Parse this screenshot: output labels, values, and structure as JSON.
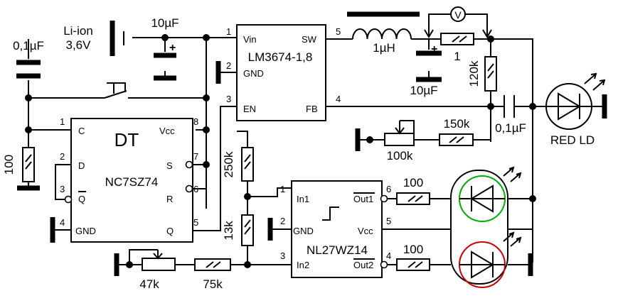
{
  "battery": {
    "label1": "Li-ion",
    "label2": "3,6V"
  },
  "caps": {
    "c_in": "10µF",
    "c_out": "10µF",
    "c_filter": "0,1µF",
    "c_couple": "0,1µF"
  },
  "inductor": {
    "value": "1µH"
  },
  "meter": {
    "symbol": "V"
  },
  "resistors": {
    "r_sense": "1",
    "r_120k": "120k",
    "r_150k": "150k",
    "r_100k_pot": "100k",
    "r_100_left": "100",
    "r_250k": "250k",
    "r_13k": "13k",
    "r_100_top": "100",
    "r_100_bot": "100",
    "r_47k": "47k",
    "r_75k": "75k"
  },
  "regulator": {
    "part": "LM3674-1,8",
    "pins": {
      "vin": "Vin",
      "sw": "SW",
      "gnd": "GND",
      "en": "EN",
      "fb": "FB"
    },
    "nums": {
      "vin": "1",
      "sw": "5",
      "gnd": "2",
      "en": "3",
      "fb": "4"
    }
  },
  "flipflop": {
    "title": "DT",
    "part": "NC7SZ74",
    "pins": {
      "c": "C",
      "d": "D",
      "q_bar": "Q",
      "gnd": "GND",
      "vcc": "Vcc",
      "s": "S",
      "r": "R",
      "q": "Q"
    },
    "nums": {
      "c": "1",
      "d": "2",
      "q_bar": "3",
      "gnd": "4",
      "vcc": "8",
      "s": "7",
      "r": "6",
      "q": "5"
    }
  },
  "inverter": {
    "part": "NL27WZ14",
    "pins": {
      "in1": "In1",
      "gnd": "GND",
      "in2": "In2",
      "out1": "Out1",
      "vcc": "Vcc",
      "out2": "Out2"
    },
    "nums": {
      "in1": "1",
      "gnd": "2",
      "in2": "3",
      "out1": "6",
      "vcc": "5",
      "out2": "4"
    }
  },
  "leds": {
    "red_ld": "RED LD"
  },
  "colors": {
    "green_led": "#00b000",
    "red_led": "#d00000"
  }
}
